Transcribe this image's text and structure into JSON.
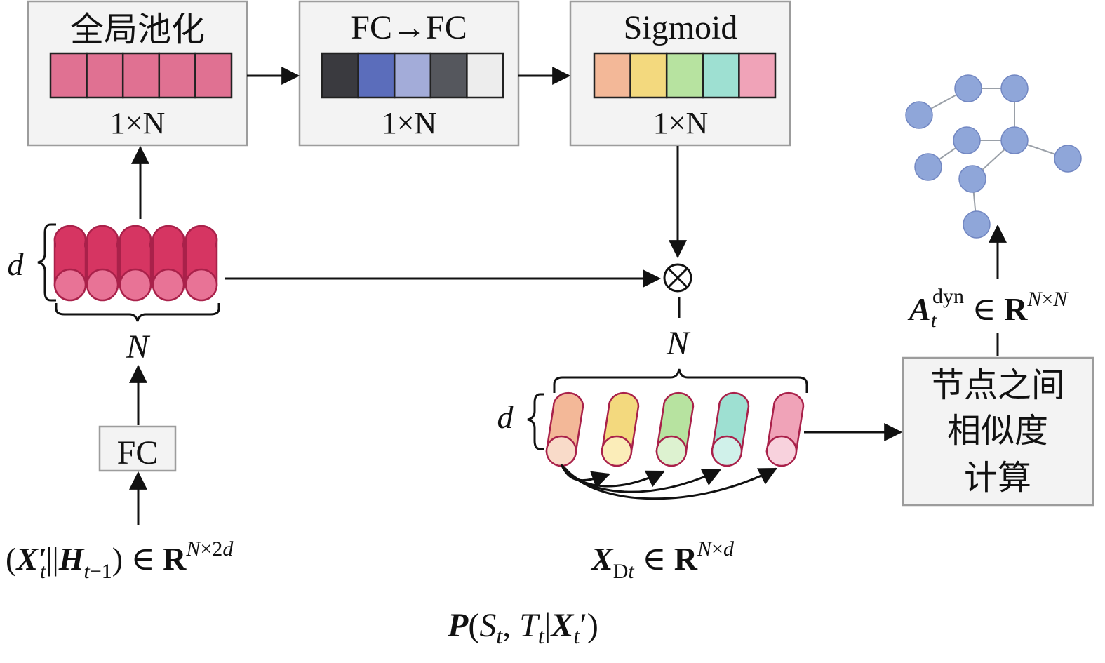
{
  "boxes": {
    "global_pool": {
      "title": "全局池化",
      "dims": "1×N"
    },
    "fc_fc": {
      "title": "FC→FC",
      "dims": "1×N"
    },
    "sigmoid": {
      "title": "Sigmoid",
      "dims": "1×N"
    },
    "fc": {
      "label": "FC"
    },
    "similarity": {
      "lines": [
        "节点之间",
        "相似度",
        "计算"
      ]
    }
  },
  "labels": {
    "d_left": "d",
    "n_left": "N",
    "n_right": "N",
    "d_right": "d",
    "otimes": "⊗",
    "input_formula": "(X′t||Ht−1) ∈ RN×2d",
    "xdt_formula": "XDt ∈ RN×d",
    "adj_formula": "Atdyn ∈ RN×N",
    "prob_formula": "P(St, Tt|Xt′)"
  },
  "colors": {
    "pool_cells": [
      "#e07192",
      "#e07192",
      "#e07192",
      "#e07192",
      "#e07192"
    ],
    "fc_cells": [
      "#3a3a3f",
      "#5b6dbb",
      "#a3acd9",
      "#55575d",
      "#ededed"
    ],
    "sigmoid_cells": [
      "#f3b898",
      "#f3d97e",
      "#b7e3a0",
      "#9ee0d2",
      "#f0a3b8"
    ],
    "feature_cylinders": {
      "body": "#d63562",
      "face": "#e87396",
      "edge": "#a9214a"
    },
    "dyn_cylinders": [
      {
        "body": "#f3b898",
        "face": "#f9dbc9"
      },
      {
        "body": "#f3d97e",
        "face": "#fbedb9"
      },
      {
        "body": "#b7e3a0",
        "face": "#ddf2d0"
      },
      {
        "body": "#9ee0d2",
        "face": "#d0f1ea"
      },
      {
        "body": "#f0a3b8",
        "face": "#f8d2dd"
      }
    ],
    "graph_node": "#8fa6d9",
    "graph_edge": "#9aa0a8"
  },
  "icons": {
    "graph": "graph-icon"
  }
}
